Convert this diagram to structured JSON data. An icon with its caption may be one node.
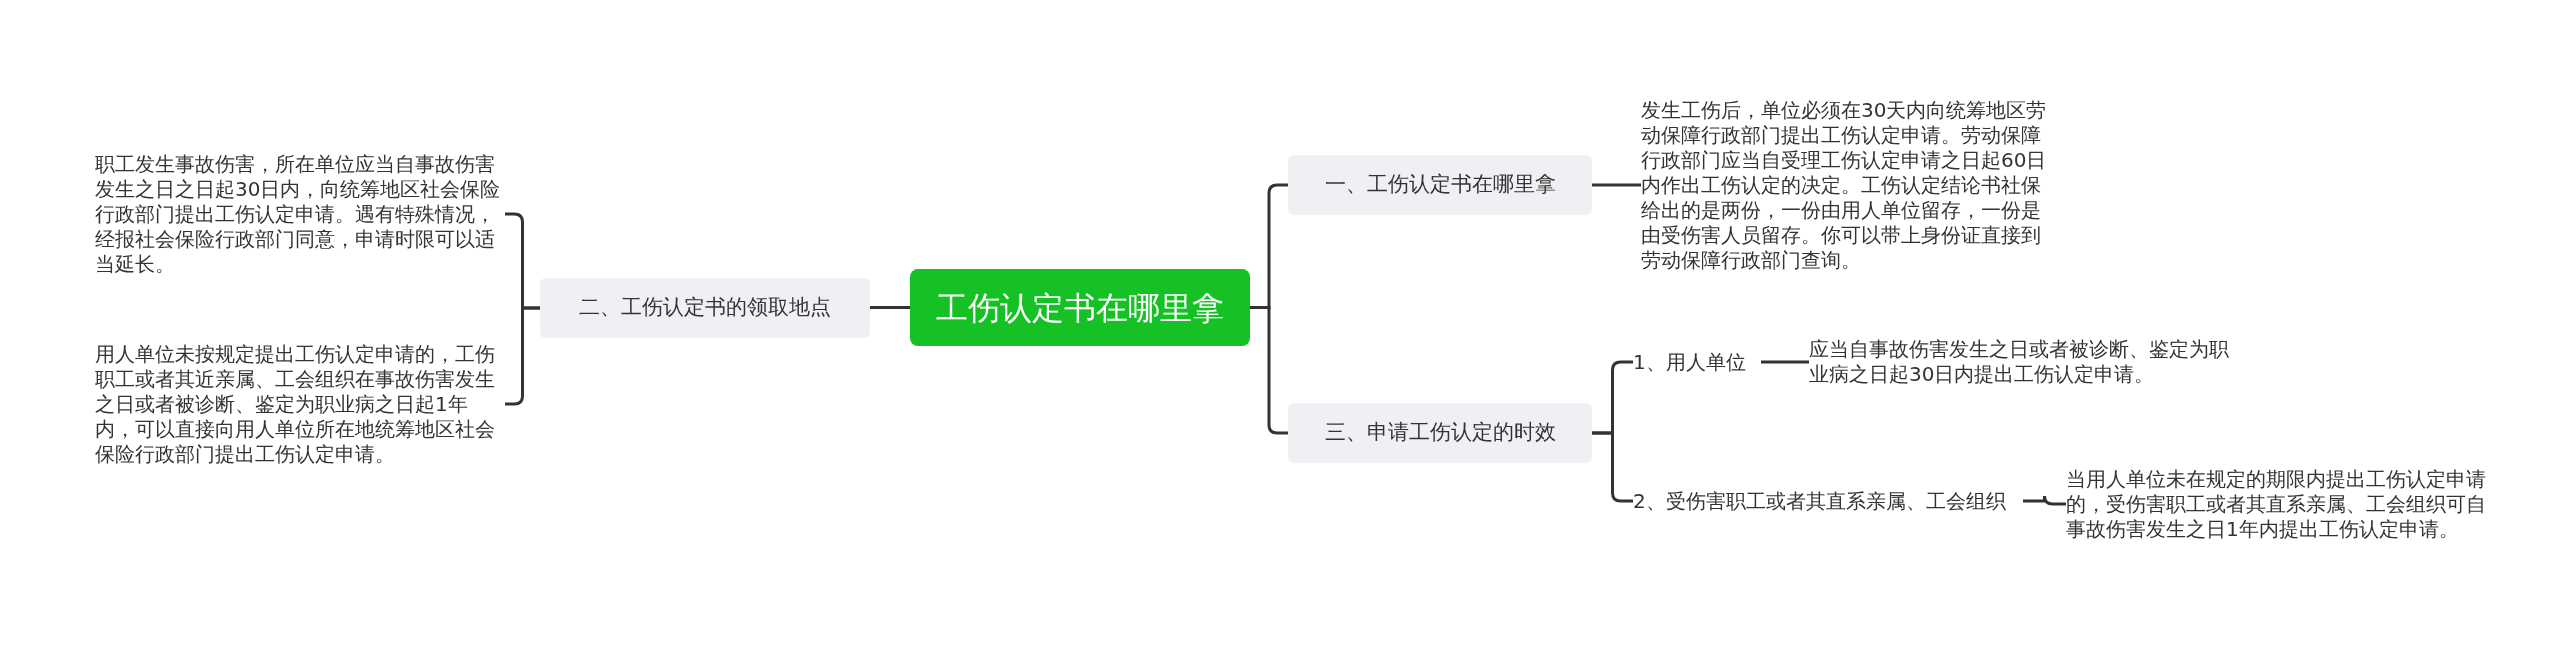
{
  "diagram": {
    "nodes": [
      {
        "text": [
          "工伤认定书在哪里拿"
        ]
      },
      {
        "text": [
          "二、工伤认定书的领取地点"
        ]
      },
      {
        "text": [
          "职工发生事故伤害，所在单位应当自事故伤害发生之日之日起30日内，向统筹地区社会保险行政部门提出工伤认定申请。遇有特殊情况，经报社会保险行政部门同意，申请时限可以适当延长。"
        ]
      },
      {
        "text": [
          "用人单位未按规定提出工伤认定申请的，工伤职工或者其近亲属、工会组织在事故伤害发生之日或者被诊断、鉴定为职业病之日起1年内，可以直接向用人单位所在地统筹地区社会保险行政部门提出工伤认定申请。"
        ]
      },
      {
        "text": [
          "一、工伤认定书在哪里拿"
        ]
      },
      {
        "text": [
          "发生工伤后，单位必须在30天内向统筹地区劳动保障行政部门提出工伤认定申请。劳动保障行政部门应当自受理工伤认定申请之日起60日内作出工伤认定的决定。工伤认定结论书社保给出的是两份，一份由用人单位留存，一份是由受伤害人员留存。你可以带上身份证直接到劳动保障行政部门查询。"
        ]
      },
      {
        "text": [
          "三、申请工伤认定的时效"
        ]
      },
      {
        "text": [
          "1、用人单位"
        ]
      },
      {
        "text": [
          "应当自事故伤害发生之日或者被诊断、鉴定为职业病之日起30日内提出工伤认定申请。"
        ]
      },
      {
        "text": [
          "2、受伤害职工或者其直系亲属、工会组织"
        ]
      },
      {
        "text": [
          "当用人单位未在规定的期限内提出工伤认定申请的，受伤害职工或者其直系亲属、工会组织可自事故伤害发生之日1年内提出工伤认定申请。"
        ]
      }
    ],
    "edges": [
      {
        "from": 0,
        "to": 1,
        "arrow": "none"
      },
      {
        "from": 1,
        "to": 2,
        "arrow": "none"
      },
      {
        "from": 1,
        "to": 3,
        "arrow": "none"
      },
      {
        "from": 0,
        "to": 4,
        "arrow": "none"
      },
      {
        "from": 4,
        "to": 5,
        "arrow": "none"
      },
      {
        "from": 0,
        "to": 6,
        "arrow": "none"
      },
      {
        "from": 6,
        "to": 7,
        "arrow": "none"
      },
      {
        "from": 7,
        "to": 8,
        "arrow": "none"
      },
      {
        "from": 6,
        "to": 9,
        "arrow": "none"
      },
      {
        "from": 9,
        "to": 10,
        "arrow": "none"
      }
    ]
  }
}
